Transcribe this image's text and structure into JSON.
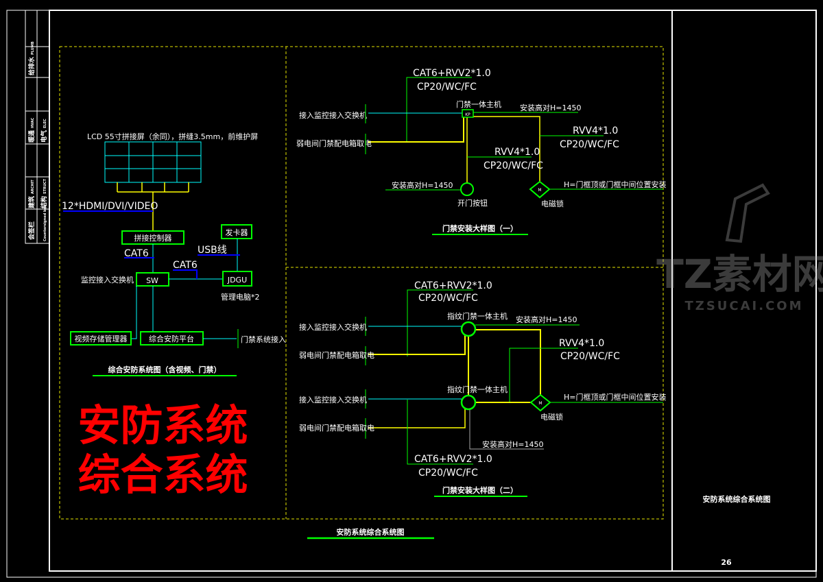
{
  "sign_strip": {
    "plumbing": "给排水",
    "plumbing_en": "PLUMB",
    "hvac": "暖通",
    "hvac_en": "HVAC",
    "electrical": "电气",
    "electrical_en": "ELEC",
    "architecture": "建筑",
    "architecture_en": "ARCHIT",
    "structure": "结构",
    "structure_en": "STRUCT",
    "countersign": "会签栏",
    "countersign_en": "Countersigned bar"
  },
  "left_diagram": {
    "lcd_label": "LCD  55寸拼接屏（余同），拼缝3.5mm，前维护屏",
    "hdmi_label": "12*HDMI/DVI/VIDEO",
    "controller": "拼接控制器",
    "card_issuer": "发卡器",
    "usb_label": "USB线",
    "cat6_a": "CAT6",
    "cat6_b": "CAT6",
    "switch_label": "监控接入交换机",
    "switch": "SW",
    "jdgu": "JDGU",
    "pc_label": "管理电脑*2",
    "nvr": "视频存储管理器",
    "platform": "综合安防平台",
    "access_in": "门禁系统接入",
    "caption": "综合安防系统图（含视频、门禁）"
  },
  "detail1": {
    "cable": "CAT6+RVV2*1.0",
    "conduit": "CP20/WC/FC",
    "host": "门禁一体主机",
    "host_tag": "KP",
    "height1": "安装高对H=1450",
    "src_switch": "接入监控接入交换机",
    "src_power": "弱电间门禁配电箱取电",
    "rvv_a": "RVV4*1.0",
    "conduit_a": "CP20/WC/FC",
    "rvv_b": "RVV4*1.0",
    "conduit_b": "CP20/WC/FC",
    "height2": "安装高对H=1450",
    "button": "开门按钮",
    "lock": "电磁锁",
    "lock_tag": "M",
    "lock_note": "H=门框顶或门框中间位置安装",
    "caption": "门禁安装大样图（一）"
  },
  "detail2": {
    "cable_top": "CAT6+RVV2*1.0",
    "conduit_top": "CP20/WC/FC",
    "host_a": "指纹门禁一体主机",
    "height_a": "安装高对H=1450",
    "src_switch_a": "接入监控接入交换机",
    "src_power_a": "弱电间门禁配电箱取电",
    "rvv": "RVV4*1.0",
    "conduit_rvv": "CP20/WC/FC",
    "host_b": "指纹门禁一体主机",
    "src_switch_b": "接入监控接入交换机",
    "src_power_b": "弱电间门禁配电箱取电",
    "lock": "电磁锁",
    "lock_tag": "M",
    "lock_note": "H=门框顶或门框中间位置安装",
    "height_b": "安装高对H=1450",
    "cable_bottom": "CAT6+RVV2*1.0",
    "conduit_bottom": "CP20/WC/FC",
    "caption": "门禁安装大样图（二）"
  },
  "overlay_title": "安防系统  综合系统",
  "watermark": {
    "logo": "TZ素材网",
    "url": "TZSUCAI.COM"
  },
  "main_title": "安防系统综合系统图",
  "title_block": {
    "drawing_name": "安防系统综合系统图",
    "sheet_no": "26"
  },
  "colors": {
    "green": "#00ff00",
    "yellow": "#ffff00",
    "cyan": "#00ffff",
    "blue": "#0000ff",
    "red": "#ff0000",
    "dashed": "#e6e600"
  }
}
